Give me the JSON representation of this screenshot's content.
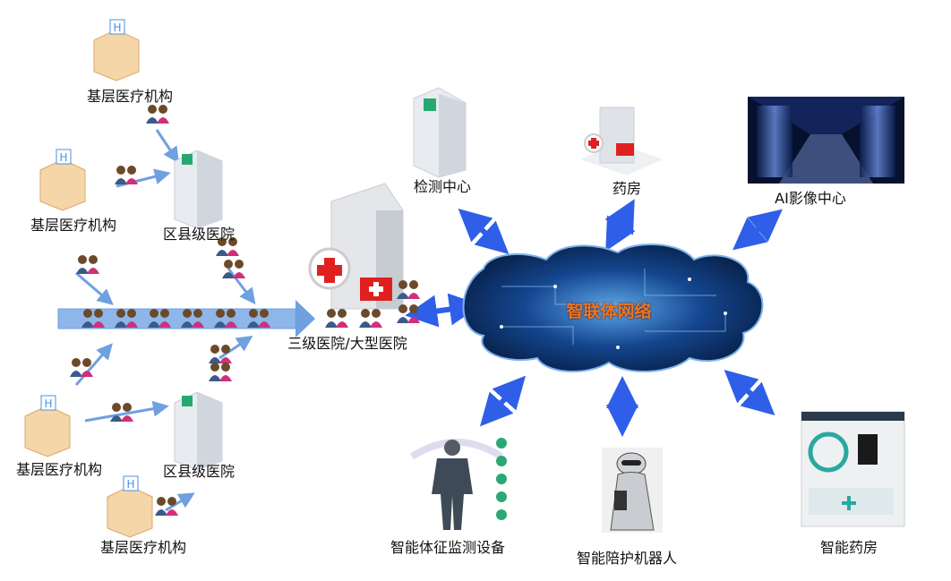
{
  "nodes": {
    "primary_1": "基层医疗机构",
    "primary_2": "基层医疗机构",
    "primary_3": "基层医疗机构",
    "primary_4": "基层医疗机构",
    "county_1": "区县级医院",
    "county_2": "区县级医院",
    "tertiary": "三级医院/大型医院",
    "lab": "检测中心",
    "pharmacy": "药房",
    "ai_imaging": "AI影像中心",
    "network": "智联体网络",
    "vital_monitor": "智能体征监测设备",
    "robot": "智能陪护机器人",
    "smart_pharmacy": "智能药房"
  },
  "colors": {
    "arrow": "#2f5fe8",
    "flow_arrow": "#6fa0e0",
    "cloud": "#0a2a5c",
    "network_text": "#e87722",
    "patient_body": "#d0307a"
  }
}
